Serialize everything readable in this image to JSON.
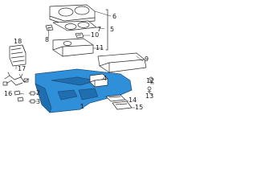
{
  "callouts": {
    "c1": "1",
    "c2": "2",
    "c3": "3",
    "c4": "4",
    "c5": "5",
    "c6": "6",
    "c7": "7",
    "c8": "8",
    "c9": "9",
    "c10": "10",
    "c11": "11",
    "c12": "12",
    "c13": "13",
    "c14": "14",
    "c15": "15",
    "c16": "16",
    "c17": "17",
    "c18": "18"
  },
  "colors": {
    "line": "#2a2a2a",
    "highlight": "#2f8fd8",
    "highlight_shadow": "#1f6fb0",
    "part_fill": "#ffffff"
  }
}
